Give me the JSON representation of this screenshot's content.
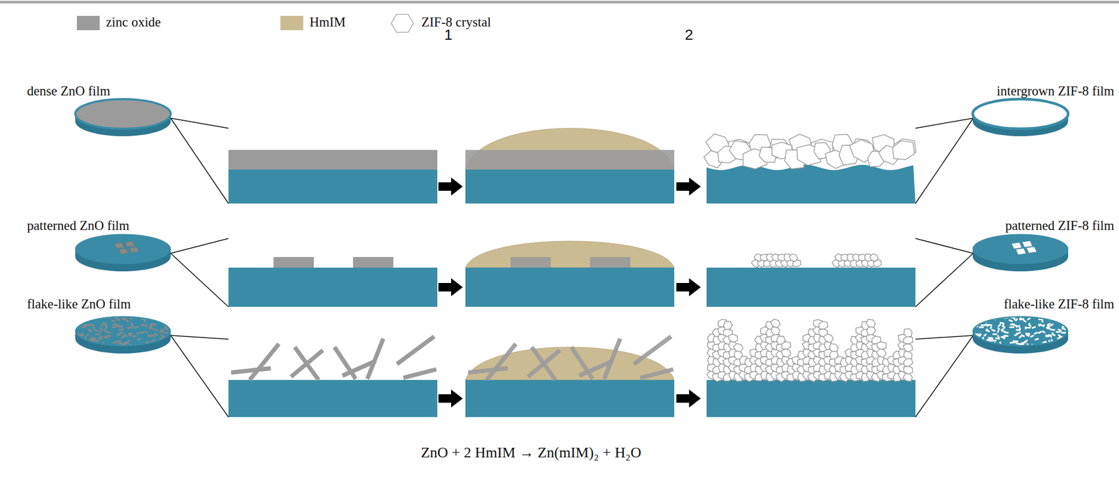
{
  "diagram": {
    "labels": [
      "1",
      "2",
      "dense ZnO film",
      "intergrown ZIF-8 film",
      "patterned ZnO film",
      "patterned ZIF-8 film",
      "flake-like ZnO film",
      "flake-like ZIF-8 film",
      "ZnO + 2 HmIM → Zn(mIM)₂ + H₂O"
    ],
    "legend": [
      {
        "text": "zinc oxide",
        "color": "#9b9b9b"
      },
      {
        "text": "HmIM",
        "color": "#cbbb92"
      },
      {
        "text": "ZIF-8 crystal"
      }
    ]
  }
}
